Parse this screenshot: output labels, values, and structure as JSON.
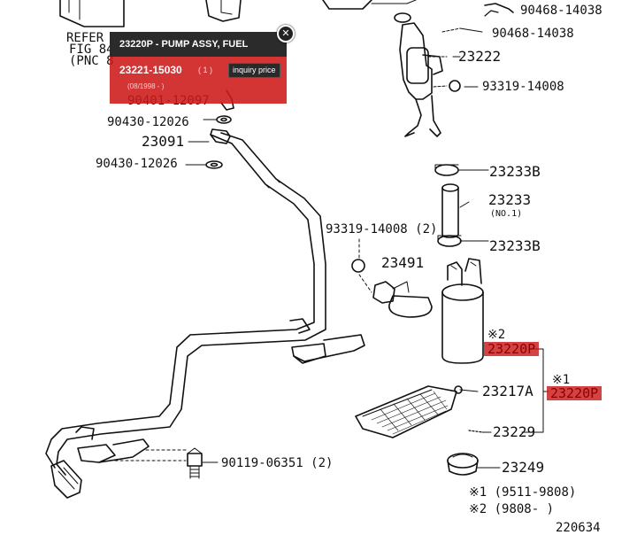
{
  "popup": {
    "title": "23220P - PUMP ASSY, FUEL",
    "part_number": "23221-15030",
    "quantity": "( 1 )",
    "button_label": "inquiry price",
    "date_range": "(08/1998 - )",
    "close_glyph": "✕"
  },
  "refer": {
    "line1": "REFER",
    "line2": "FIG 84",
    "line3": "(PNC 8"
  },
  "parts": [
    "90468-14038",
    "90468-14038",
    "23222",
    "93319-14008",
    "90401-12097",
    "90430-12026",
    "23091",
    "90430-12026",
    "23233B",
    "23233",
    "(NO.1)",
    "23233B",
    "93319-14008 (2)",
    "23491",
    "※2",
    "※1",
    "23217A",
    "23229",
    "90119-06351 (2)",
    "23249",
    "※1  (9511-9808)",
    "※2  (9808-      )",
    "220634"
  ],
  "highlighted": [
    "23220P",
    "23220P"
  ],
  "colors": {
    "highlight": "#cc1818",
    "popup_header": "#2b2b2b",
    "line": "#111111"
  }
}
